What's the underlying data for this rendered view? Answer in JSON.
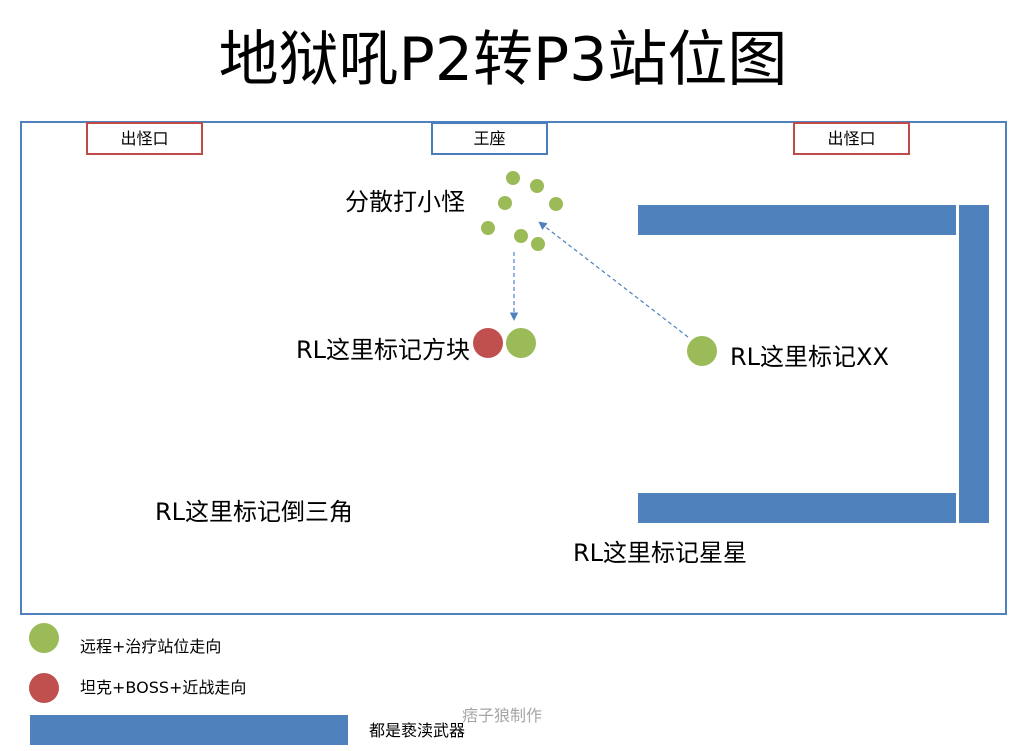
{
  "title": "地狱吼P2转P3站位图",
  "map": {
    "spawn_left": "出怪口",
    "throne": "王座",
    "spawn_right": "出怪口",
    "spread_label": "分散打小怪",
    "mark_square_label": "RL这里标记方块",
    "mark_x_label": "RL这里标记XX",
    "mark_triangle_label": "RL这里标记倒三角",
    "mark_star_label": "RL这里标记星星"
  },
  "legend": {
    "ranged_healer": "远程+治疗站位走向",
    "tank_melee": "坦克+BOSS+近战走向",
    "weapon_bar": "都是亵渎武器"
  },
  "watermark": "痞子狼制作",
  "colors": {
    "ranged": "#9bbb59",
    "tank": "#c0504d",
    "weapon": "#4f81bd",
    "map_border": "#4f81bd",
    "spawn_border": "#be4b48",
    "throne_border": "#4a7ebb",
    "arrow": "#4f81bd",
    "watermark": "#a6a6a6"
  }
}
